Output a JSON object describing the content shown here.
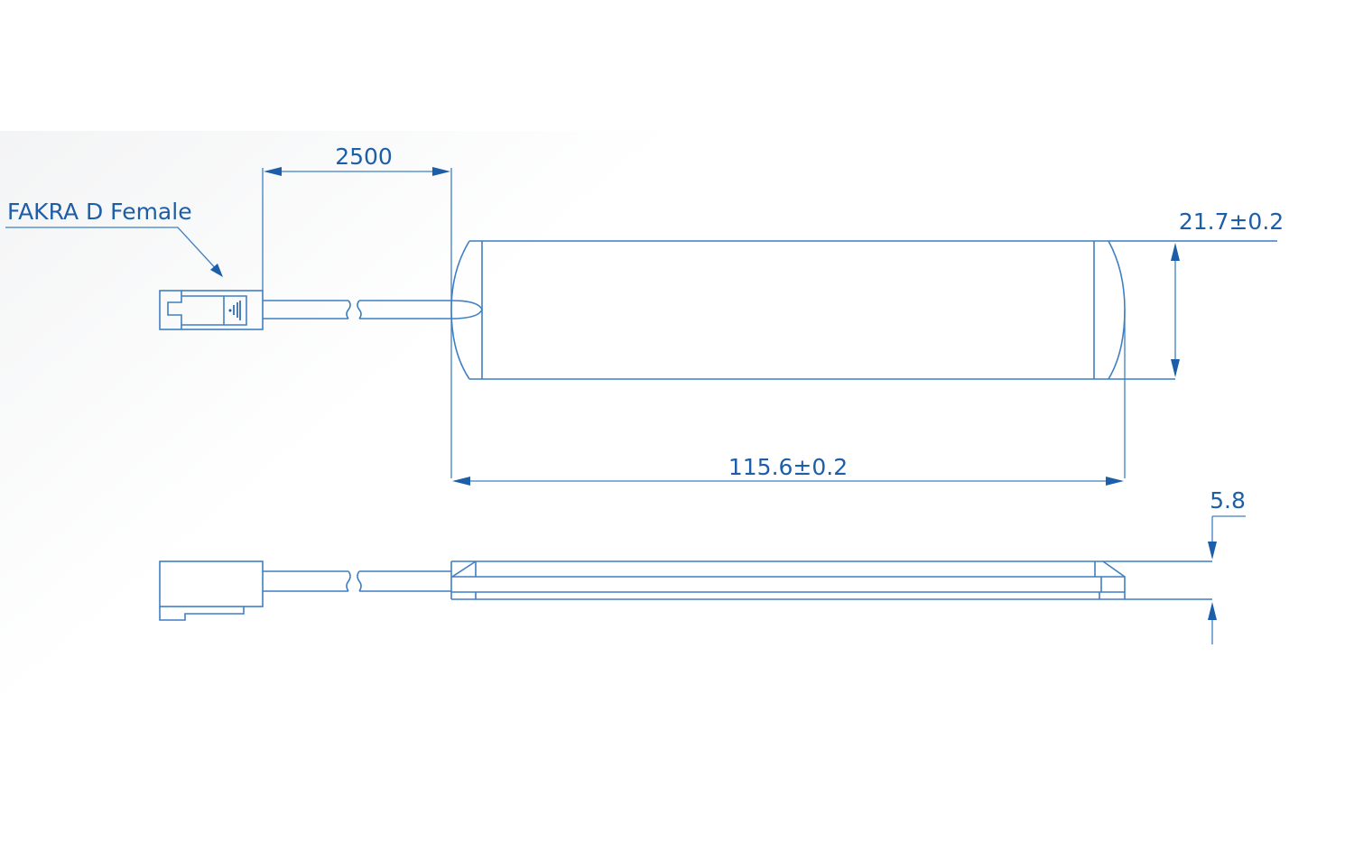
{
  "labels": {
    "connector": "FAKRA D Female",
    "cable_length": "2500",
    "width": "21.7±0.2",
    "length": "115.6±0.2",
    "thickness": "5.8"
  },
  "colors": {
    "line": "#3f7fc2",
    "text": "#1d5ea8"
  }
}
